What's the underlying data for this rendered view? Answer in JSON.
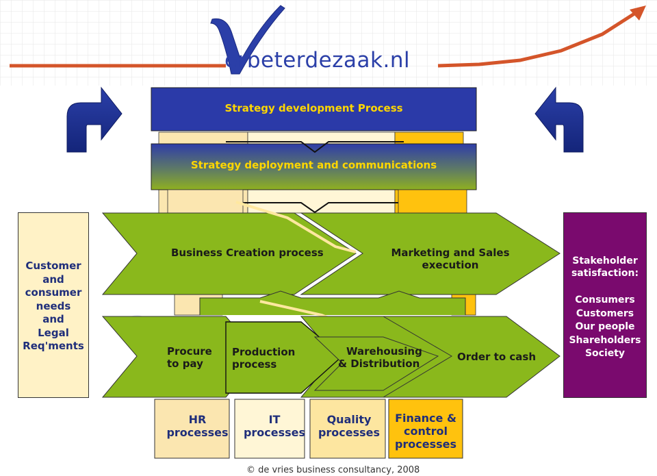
{
  "header": {
    "logo_text": "erbeterdezaak.nl",
    "logo_letter": "V"
  },
  "strategy": {
    "development": "Strategy development Process",
    "deployment": "Strategy deployment and communications"
  },
  "left_box": {
    "lines": [
      "Customer",
      "and",
      "consumer",
      "needs",
      "and",
      "Legal",
      "Req'ments"
    ]
  },
  "right_box": {
    "title_lines": [
      "Stakeholder",
      "satisfaction:"
    ],
    "items": [
      "Consumers",
      "Customers",
      "Our people",
      "Shareholders",
      "Society"
    ]
  },
  "top_processes": {
    "business_creation": "Business Creation process",
    "marketing_sales_line1": "Marketing and Sales",
    "marketing_sales_line2": "execution"
  },
  "bottom_processes": {
    "procure_line1": "Procure",
    "procure_line2": "to pay",
    "production_line1": "Production",
    "production_line2": "process",
    "warehousing_line1": "Warehousing",
    "warehousing_line2": "& Distribution",
    "order_to_cash": "Order to cash"
  },
  "support_processes": [
    {
      "line1": "HR",
      "line2": "processes",
      "line3": ""
    },
    {
      "line1": "IT",
      "line2": "processes",
      "line3": ""
    },
    {
      "line1": "Quality",
      "line2": "processes",
      "line3": ""
    },
    {
      "line1": "Finance &",
      "line2": "control",
      "line3": "processes"
    }
  ],
  "footer": {
    "copyright": "© de vries business consultancy, 2008"
  },
  "colors": {
    "strategy_blue": "#2b3aa8",
    "strategy_text": "#ffd700",
    "process_green": "#8ab81c",
    "stakeholder_purple": "#7a0a6e",
    "trend_line": "#e0552a",
    "customer_box": "#fff2c6"
  }
}
